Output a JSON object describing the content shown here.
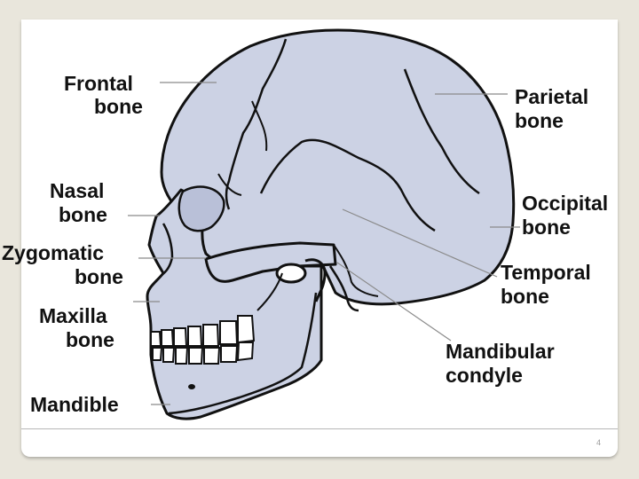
{
  "slide": {
    "page_number": "4"
  },
  "diagram": {
    "colors": {
      "bone_fill": "#ccd2e4",
      "outline": "#111111",
      "teeth": "#ffffff",
      "leader": "#8a8a8a",
      "frame_background": "#e9e6dc"
    },
    "labels": {
      "frontal": {
        "line1": "Frontal",
        "line2": "bone"
      },
      "parietal": {
        "line1": "Parietal",
        "line2": "bone"
      },
      "nasal": {
        "line1": "Nasal",
        "line2": "bone"
      },
      "occipital": {
        "line1": "Occipital",
        "line2": "bone"
      },
      "zygomatic": {
        "line1": "Zygomatic",
        "line2": "bone"
      },
      "temporal": {
        "line1": "Temporal",
        "line2": "bone"
      },
      "maxilla": {
        "line1": "Maxilla",
        "line2": "bone"
      },
      "mandibular_condyle": {
        "line1": "Mandibular",
        "line2": "condyle"
      },
      "mandible": {
        "line1": "Mandible"
      }
    }
  }
}
